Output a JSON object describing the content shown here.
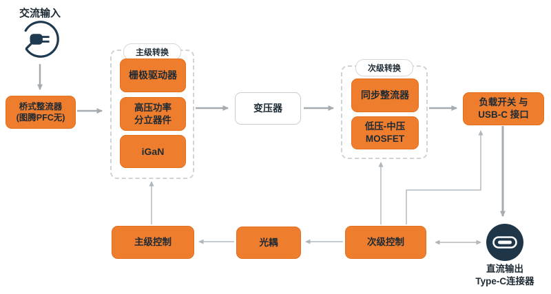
{
  "colors": {
    "accent_orange": "#EF7D2E",
    "dark_navy": "#1E3648",
    "arrow_gray": "#A4ABB1",
    "arrow_light_gray": "#B4BAC0",
    "dashed_border_gray": "#CED3D7"
  },
  "nodes": {
    "ac_input": {
      "label": "交流输入"
    },
    "bridge_rectifier": {
      "label": "桥式整流器\n(图腾PFC无)"
    },
    "primary_stage": {
      "title": "主级转换",
      "blocks": [
        {
          "label": "栅极驱动器"
        },
        {
          "label": "高压功率\n分立器件"
        },
        {
          "label": "iGaN"
        }
      ]
    },
    "transformer": {
      "label": "变压器"
    },
    "secondary_stage": {
      "title": "次级转换",
      "blocks": [
        {
          "label": "同步整流器"
        },
        {
          "label": "低压-中压\nMOSFET"
        }
      ]
    },
    "load_switch": {
      "label": "负载开关 与\nUSB-C 接口"
    },
    "primary_control": {
      "label": "主级控制"
    },
    "optocoupler": {
      "label": "光耦"
    },
    "secondary_control": {
      "label": "次级控制"
    },
    "dc_output": {
      "label": "直流输出\nType-C连接器"
    }
  }
}
